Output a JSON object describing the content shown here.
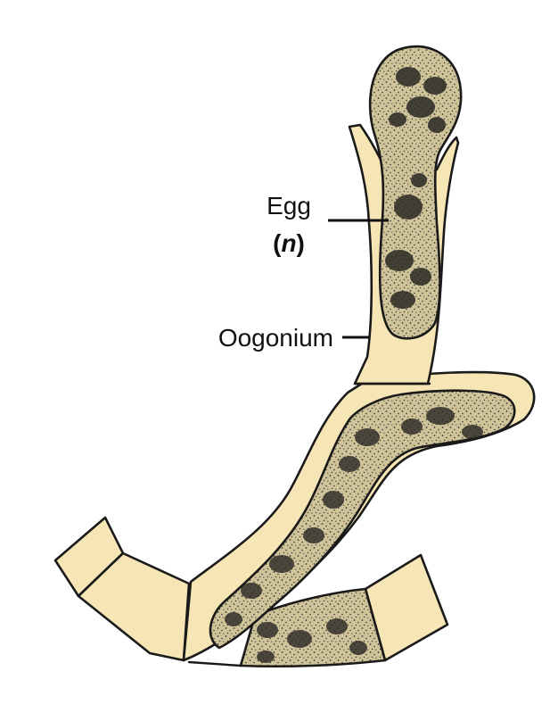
{
  "labels": {
    "egg": "Egg",
    "egg_ploidy": "n",
    "oogonium": "Oogonium"
  },
  "colors": {
    "cell_wall_fill": "#f7e6b5",
    "protoplast_fill": "#cfc39a",
    "outline": "#1a1a1a",
    "dark_granules": "#2a2824"
  }
}
